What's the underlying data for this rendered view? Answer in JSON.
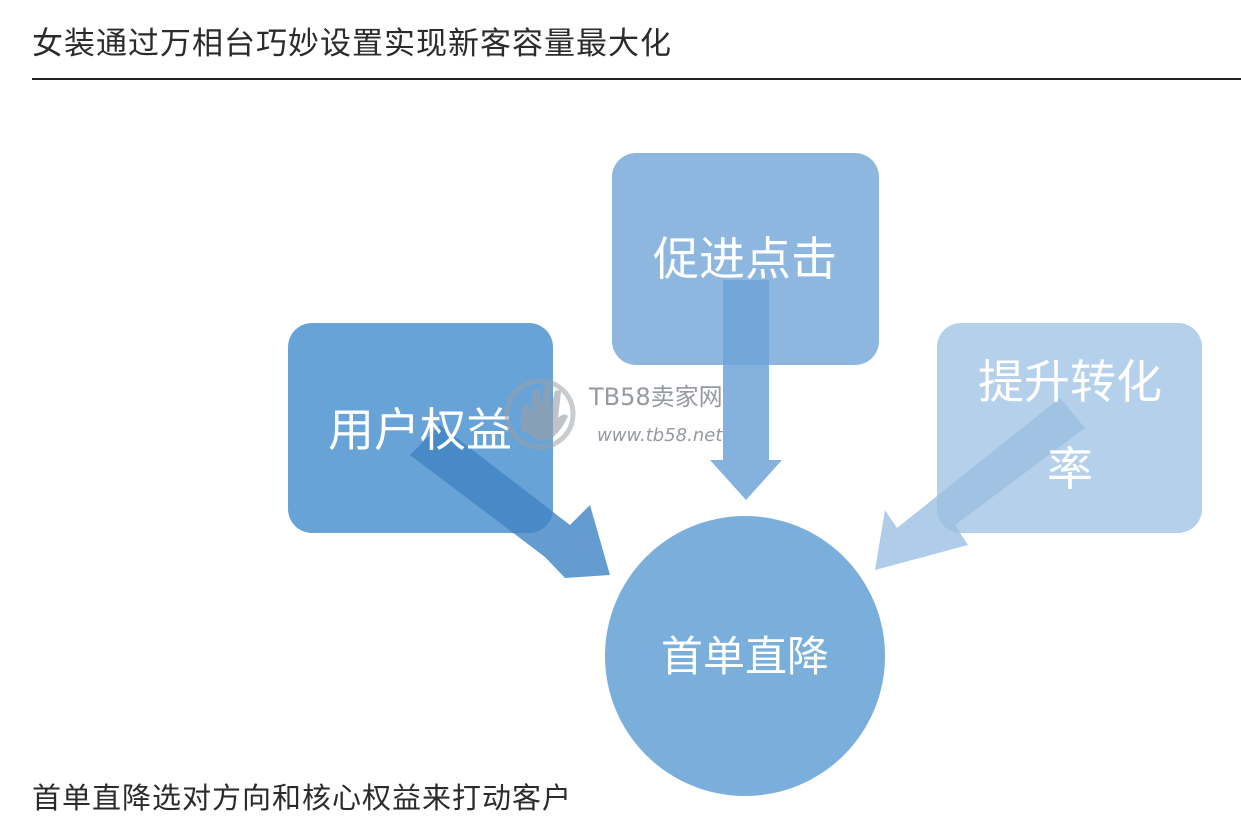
{
  "page": {
    "title": "女装通过万相台巧妙设置实现新客容量最大化",
    "caption": "首单直降选对方向和核心权益来打动客户"
  },
  "diagram": {
    "boxes": {
      "left": "用户权益",
      "top": "促进点击",
      "right_line1": "提升转化",
      "right_line2": "率"
    },
    "center": "首单直降"
  },
  "watermark": {
    "name": "TB58卖家网",
    "url": "www.tb58.net",
    "icon": "hand-logo-icon"
  },
  "colors": {
    "left_box": "#5b9bd5",
    "top_box": "#8db7df",
    "right_box": "#b4d0eb",
    "center_circle": "#7aaedb",
    "text": "#ffffff"
  }
}
